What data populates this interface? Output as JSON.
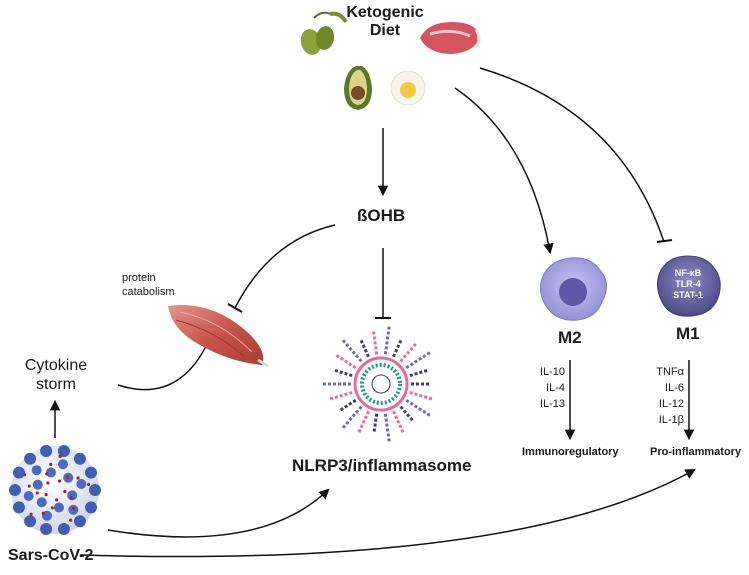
{
  "diet": {
    "title_line1": "Ketogenic",
    "title_line2": "Diet"
  },
  "bohb": {
    "label": "ßOHB"
  },
  "muscle": {
    "label_line1": "protein",
    "label_line2": "catabolism"
  },
  "cytokine": {
    "label_line1": "Cytokine",
    "label_line2": "storm"
  },
  "nlrp3": {
    "label": "NLRP3/inflammasome"
  },
  "virus": {
    "label": "Sars-CoV-2"
  },
  "m2": {
    "label": "M2",
    "cytokines": [
      "IL-10",
      "IL-4",
      "IL-13"
    ],
    "outcome": "Immunoregulatory"
  },
  "m1": {
    "label": "M1",
    "markers": [
      "NF-κB",
      "TLR-4",
      "STAT-1"
    ],
    "cytokines": [
      "TNFα",
      "IL-6",
      "IL-12",
      "IL-1β"
    ],
    "outcome": "Pro-inflammatory"
  }
}
